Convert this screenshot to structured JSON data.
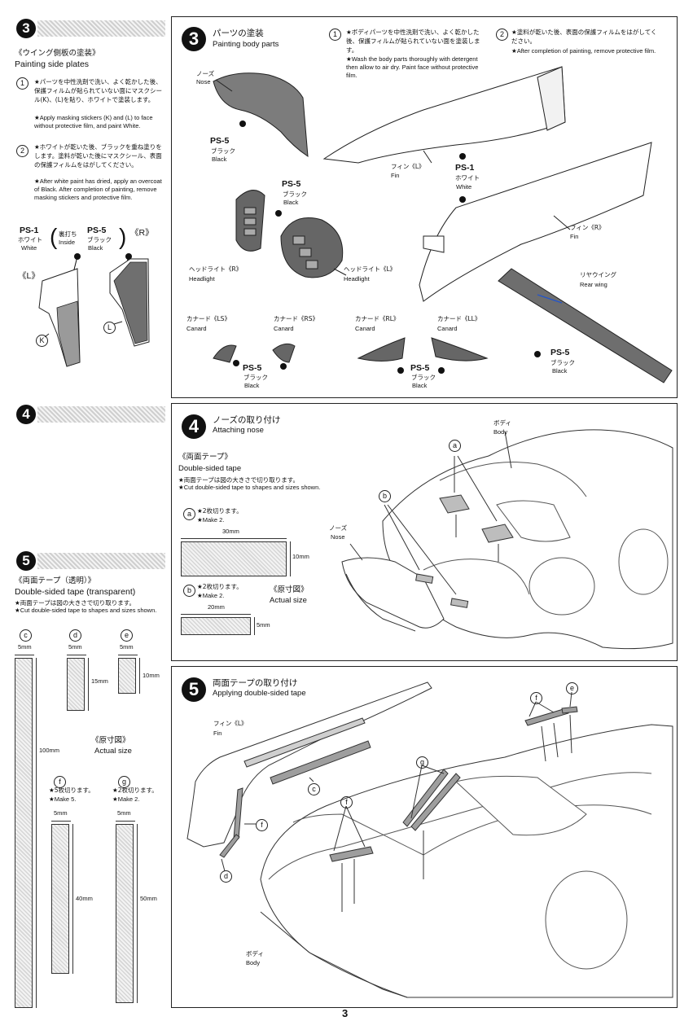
{
  "page_number": "3",
  "side": {
    "step3": {
      "num": "3",
      "title_jp": "《ウイング側板の塗装》",
      "title_en": "Painting side plates",
      "inst1_num": "1",
      "inst1_jp": "★パーツを中性洗剤で洗い、よく乾かした後、保護フィルムが貼られていない面にマスクシール(K)、(L)を貼り、ホワイトで塗装します。",
      "inst1_en": "★Apply masking stickers (K) and (L) to face without protective film, and paint White.",
      "inst2_num": "2",
      "inst2_jp": "★ホワイトが乾いた後、ブラックを重ね塗りをします。塗料が乾いた後にマスクシール、表面の保護フィルムをはがしてください。",
      "inst2_en": "★After white paint has dried, apply an overcoat of Black. After completion of painting, remove masking stickers and protective film.",
      "ps1": "PS-1",
      "ps1_jp": "ホワイト",
      "ps1_en": "White",
      "inside_jp": "裏打ち",
      "inside_en": "Inside",
      "ps5": "PS-5",
      "ps5_jp": "ブラック",
      "ps5_en": "Black",
      "l_label": "《L》",
      "r_label": "《R》",
      "k_mark": "K",
      "l_mark": "L"
    },
    "step4": {
      "num": "4"
    },
    "step5": {
      "num": "5",
      "title_jp": "《両面テープ（透明）》",
      "title_en": "Double-sided tape (transparent)",
      "inst_jp": "★両面テープは図の大きさで切り取ります。",
      "inst_en": "★Cut double-sided tape to shapes and sizes shown.",
      "tapes": [
        {
          "id": "c",
          "w": "5mm",
          "h": "100mm"
        },
        {
          "id": "d",
          "w": "5mm",
          "h": "15mm"
        },
        {
          "id": "e",
          "w": "5mm",
          "h": "10mm"
        },
        {
          "id": "f",
          "w": "5mm",
          "h": "40mm",
          "note_jp": "★5枚切ります。",
          "note_en": "★Make 5."
        },
        {
          "id": "g",
          "w": "5mm",
          "h": "50mm",
          "note_jp": "★2枚切ります。",
          "note_en": "★Make 2."
        }
      ],
      "actual_jp": "《原寸図》",
      "actual_en": "Actual size"
    }
  },
  "main3": {
    "num": "3",
    "title_jp": "パーツの塗装",
    "title_en": "Painting body parts",
    "inst1_num": "1",
    "inst1_jp": "★ボディパーツを中性洗剤で洗い、よく乾かした後、保護フィルムが貼られていない面を塗装します。",
    "inst1_en": "★Wash the body parts thoroughly with detergent then allow to air dry. Paint face without protective film.",
    "inst2_num": "2",
    "inst2_jp": "★塗料が乾いた後、表面の保護フィルムをはがしてください。",
    "inst2_en": "★After completion of painting, remove protective film.",
    "nose_jp": "ノーズ",
    "nose_en": "Nose",
    "ps5": "PS-5",
    "black_jp": "ブラック",
    "black_en": "Black",
    "ps1": "PS-1",
    "white_jp": "ホワイト",
    "white_en": "White",
    "fin_l_jp": "フィン《L》",
    "fin_en": "Fin",
    "fin_r_jp": "フィン《R》",
    "headlight_r_jp": "ヘッドライト《R》",
    "headlight_l_jp": "ヘッドライト《L》",
    "headlight_en": "Headlight",
    "rearwing_jp": "リヤウイング",
    "rearwing_en": "Rear wing",
    "canard_ls_jp": "カナード《LS》",
    "canard_rs_jp": "カナード《RS》",
    "canard_rl_jp": "カナード《RL》",
    "canard_ll_jp": "カナード《LL》",
    "canard_en": "Canard"
  },
  "main4": {
    "num": "4",
    "title_jp": "ノーズの取り付け",
    "title_en": "Attaching nose",
    "tape_jp": "《両面テープ》",
    "tape_en": "Double-sided tape",
    "inst_jp": "★両面テープは図の大きさで切り取ります。",
    "inst_en": "★Cut double-sided tape to shapes and sizes shown.",
    "a_mark": "a",
    "a_note_jp": "★2枚切ります。",
    "a_note_en": "★Make 2.",
    "a_w": "30mm",
    "a_h": "10mm",
    "b_mark": "b",
    "b_note_jp": "★2枚切ります。",
    "b_note_en": "★Make 2.",
    "b_w": "20mm",
    "b_h": "5mm",
    "actual_jp": "《原寸図》",
    "actual_en": "Actual size",
    "body_jp": "ボディ",
    "body_en": "Body",
    "nose_jp": "ノーズ",
    "nose_en": "Nose"
  },
  "main5": {
    "num": "5",
    "title_jp": "両面テープの取り付け",
    "title_en": "Applying double-sided tape",
    "fin_jp": "フィン《L》",
    "fin_en": "Fin",
    "body_jp": "ボディ",
    "body_en": "Body",
    "c": "c",
    "d": "d",
    "e": "e",
    "f": "f",
    "g": "g"
  }
}
